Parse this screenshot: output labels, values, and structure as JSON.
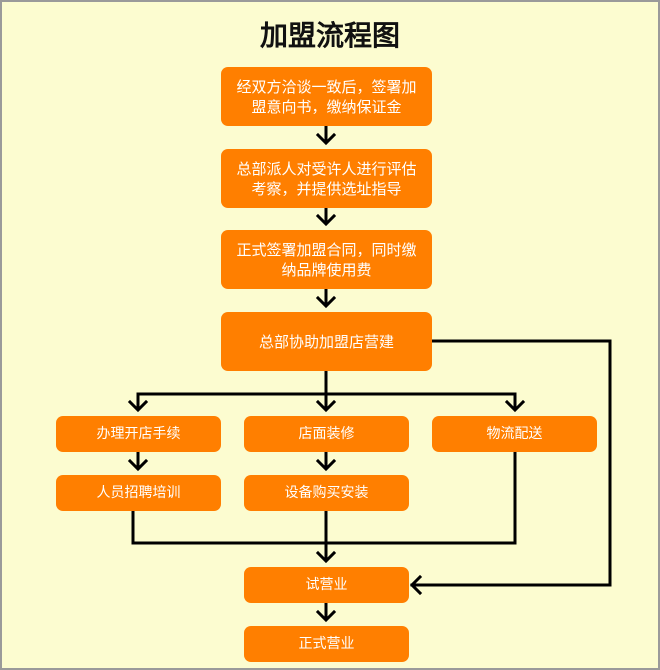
{
  "title": "加盟流程图",
  "steps": {
    "s1": "经双方洽谈一致后，签署加盟意向书，缴纳保证金",
    "s2": "总部派人对受许人进行评估考察，并提供选址指导",
    "s3": "正式签署加盟合同，同时缴纳品牌使用费",
    "s4": "总部协助加盟店营建",
    "b1": "办理开店手续",
    "b2": "店面装修",
    "b3": "物流配送",
    "c1": "人员招聘培训",
    "c2": "设备购买安装",
    "trial": "试营业",
    "final": "正式营业"
  },
  "colors": {
    "box": "#ff7f00",
    "background": "#fcfcd0",
    "line": "#000000"
  }
}
